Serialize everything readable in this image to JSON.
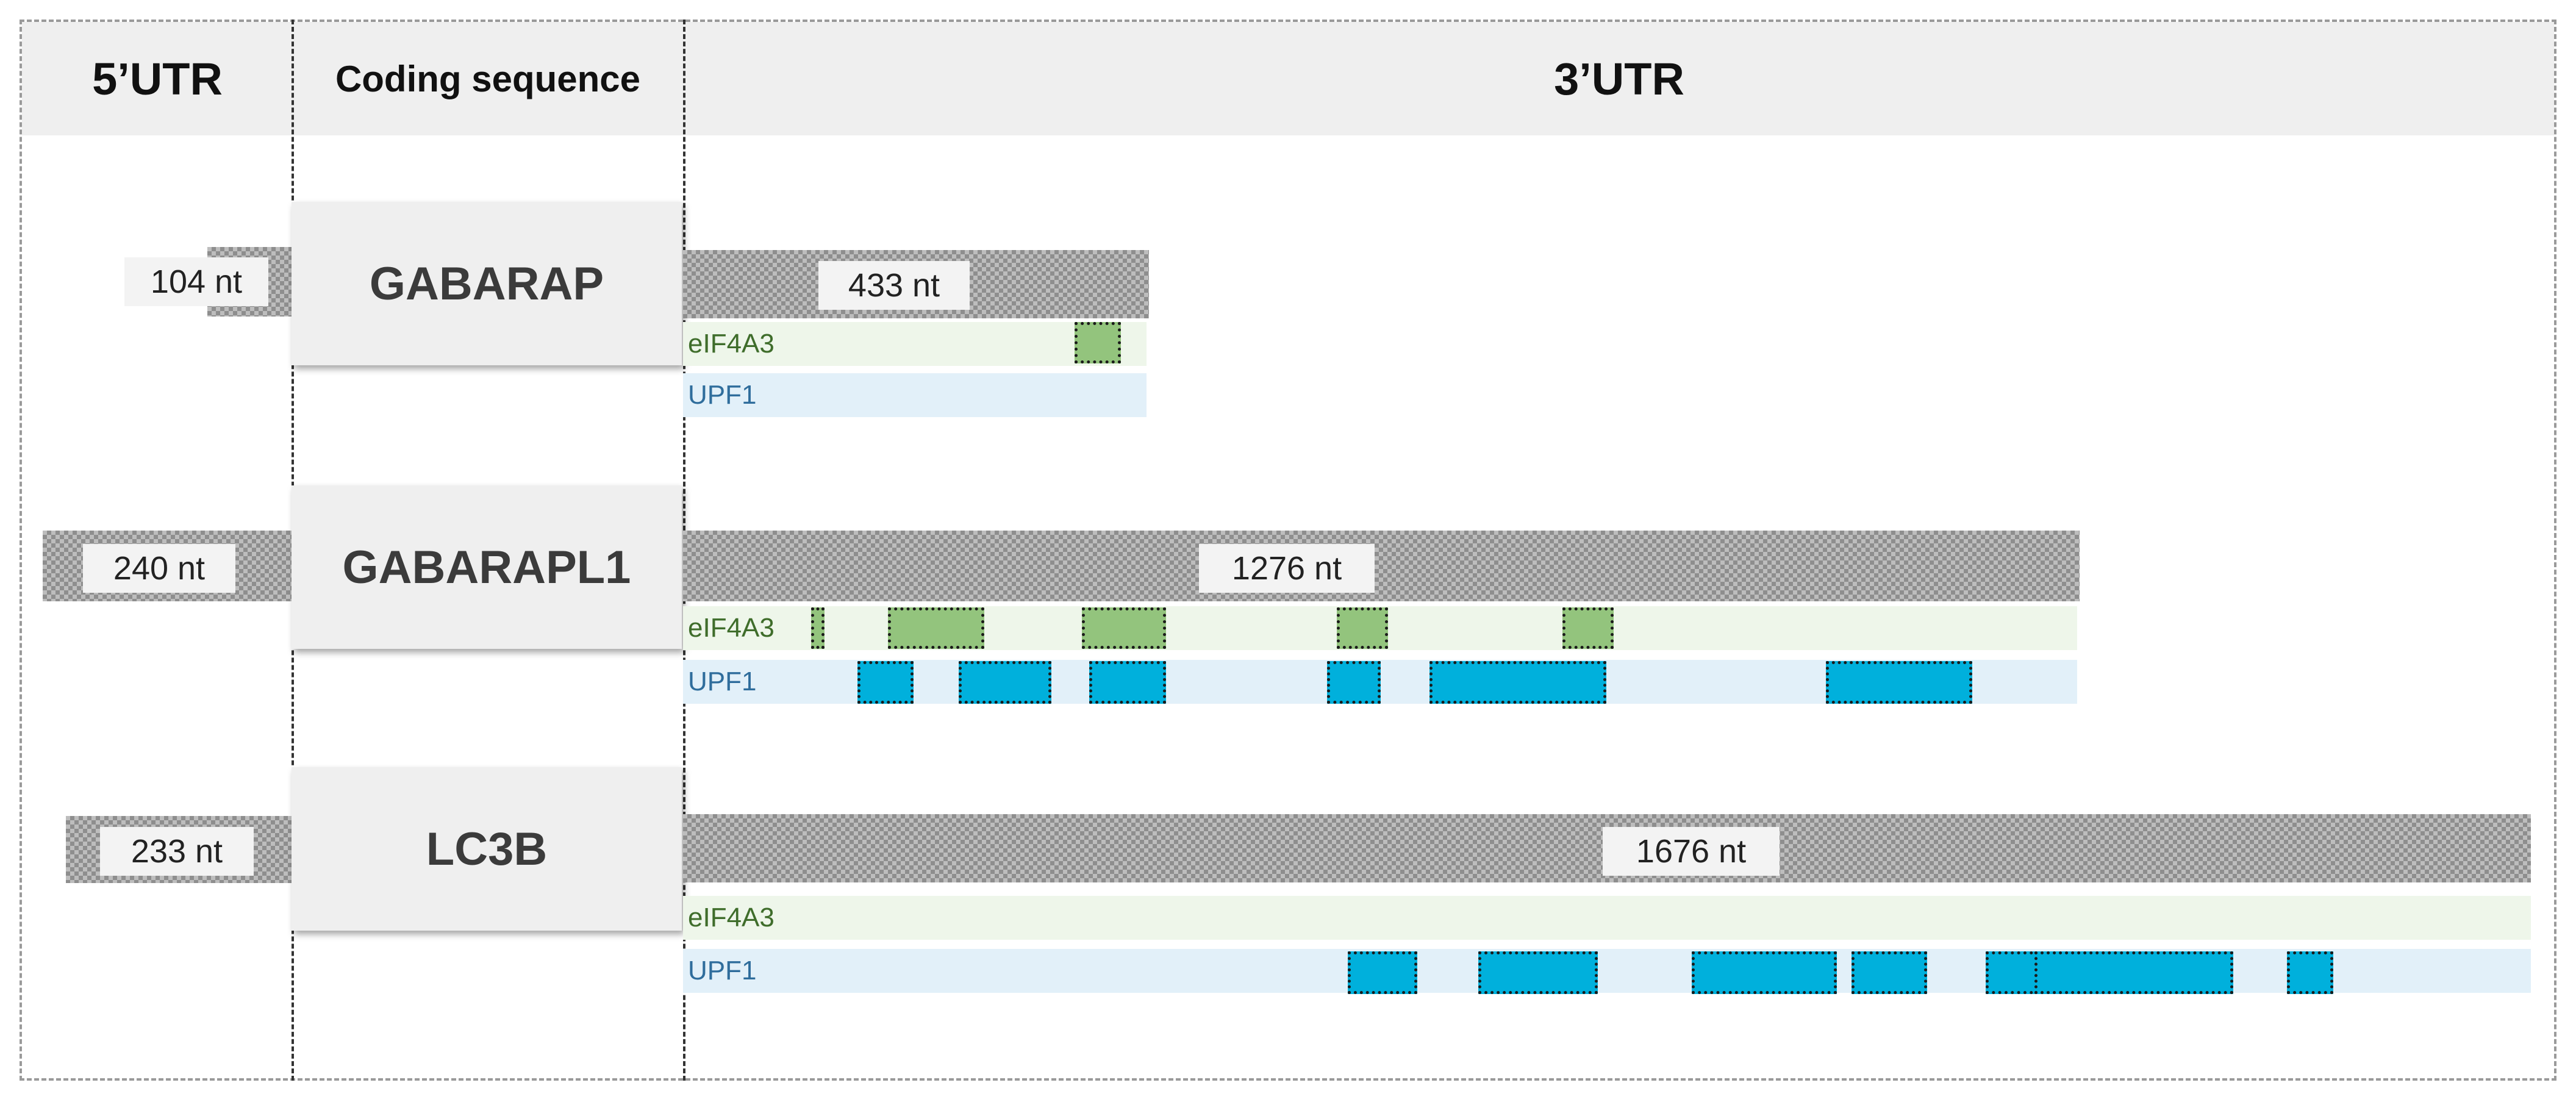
{
  "header": {
    "utr5": "5’UTR",
    "cds": "Coding sequence",
    "utr3": "3’UTR"
  },
  "genes": [
    {
      "name": "GABARAP",
      "utr5_len": "104 nt",
      "utr3_len": "433 nt",
      "track_eif": "eIF4A3",
      "track_upf": "UPF1"
    },
    {
      "name": "GABARAPL1",
      "utr5_len": "240 nt",
      "utr3_len": "1276 nt",
      "track_eif": "eIF4A3",
      "track_upf": "UPF1"
    },
    {
      "name": "LC3B",
      "utr5_len": "233 nt",
      "utr3_len": "1676 nt",
      "track_eif": "eIF4A3",
      "track_upf": "UPF1"
    }
  ],
  "colors": {
    "eif4a3_segment": "#93c47d",
    "upf1_segment": "#00b0dc",
    "eif4a3_track": "#eef6ea",
    "upf1_track": "#e2f0f9",
    "utr_bar": "#bdbdbd"
  }
}
